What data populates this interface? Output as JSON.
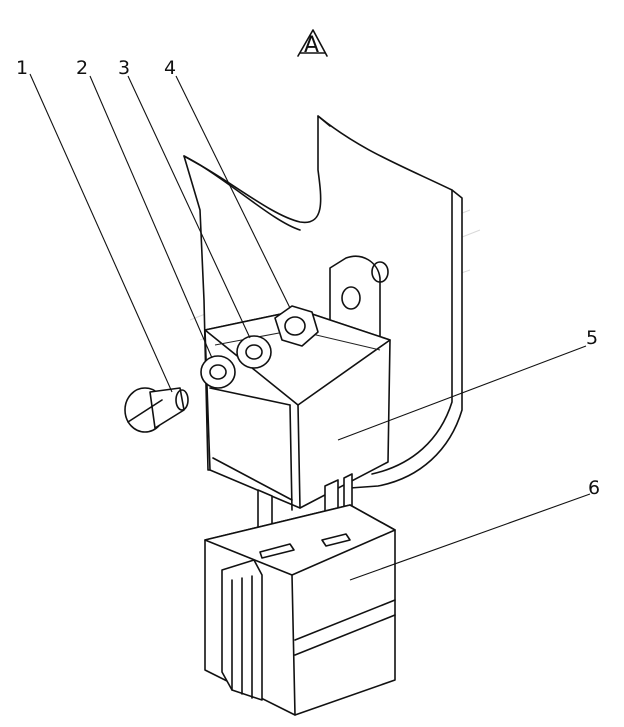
{
  "view_label": "A",
  "callouts": [
    {
      "number": "1"
    },
    {
      "number": "2"
    },
    {
      "number": "3"
    },
    {
      "number": "4"
    },
    {
      "number": "5"
    },
    {
      "number": "6"
    }
  ]
}
